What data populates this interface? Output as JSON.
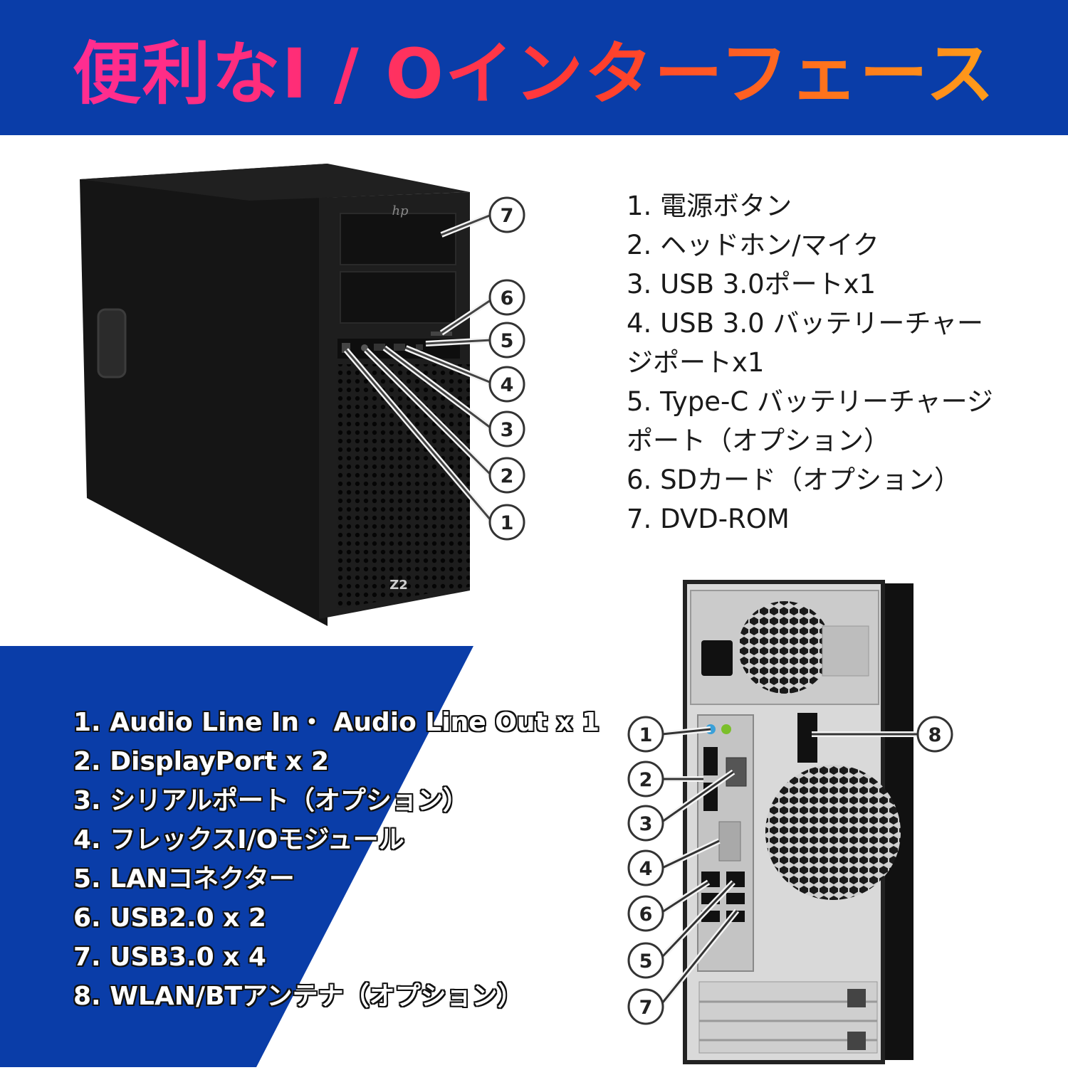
{
  "header": {
    "title": "便利なI / Oインターフェース"
  },
  "front": {
    "brand": "hp",
    "model": "Z2",
    "callouts": [
      "7",
      "6",
      "5",
      "4",
      "3",
      "2",
      "1"
    ],
    "items": [
      "1. 電源ボタン",
      "2.  ヘッドホン/マイク",
      "3. USB 3.0ポートx1",
      "4. USB 3.0 バッテリーチャー",
      "ジポートx1",
      "5. Type-C バッテリーチャージ",
      "ポート（オプション）",
      "6. SDカード（オプション）",
      "7. DVD-ROM"
    ]
  },
  "rear": {
    "callouts": [
      "1",
      "2",
      "3",
      "4",
      "6",
      "5",
      "7",
      "8"
    ],
    "items": [
      "1. Audio Line In・ Audio Line Out  x 1",
      "2. DisplayPort x 2",
      "3. シリアルポート（オプション）",
      "4. フレックスI/Oモジュール",
      "5. LANコネクター",
      "6. USB2.0 x 2",
      "7. USB3.0 x 4",
      "8. WLAN/BTアンテナ（オプション）"
    ]
  },
  "colors": {
    "banner": "#0a3da8",
    "accent_blue": "#0a3da8",
    "tower": "#1b1b1b"
  }
}
